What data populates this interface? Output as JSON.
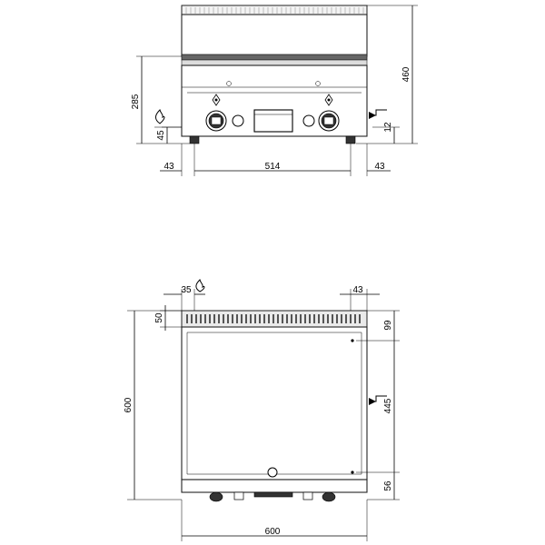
{
  "front_view": {
    "dim_total_height": "460",
    "dim_body_height": "285",
    "dim_gas_inlet_height": "45",
    "dim_right_inlet_height": "12",
    "dim_left_offset": "43",
    "dim_inner_width": "514",
    "dim_right_offset": "43"
  },
  "top_view": {
    "dim_gas_left": "35",
    "dim_right_top": "43",
    "dim_back_strip": "50",
    "dim_depth": "600",
    "dim_right_99": "99",
    "dim_right_445": "445",
    "dim_right_56": "56",
    "dim_width": "600"
  },
  "icons": {
    "gas": "flame-icon",
    "electric": "electric-arrow-icon"
  }
}
